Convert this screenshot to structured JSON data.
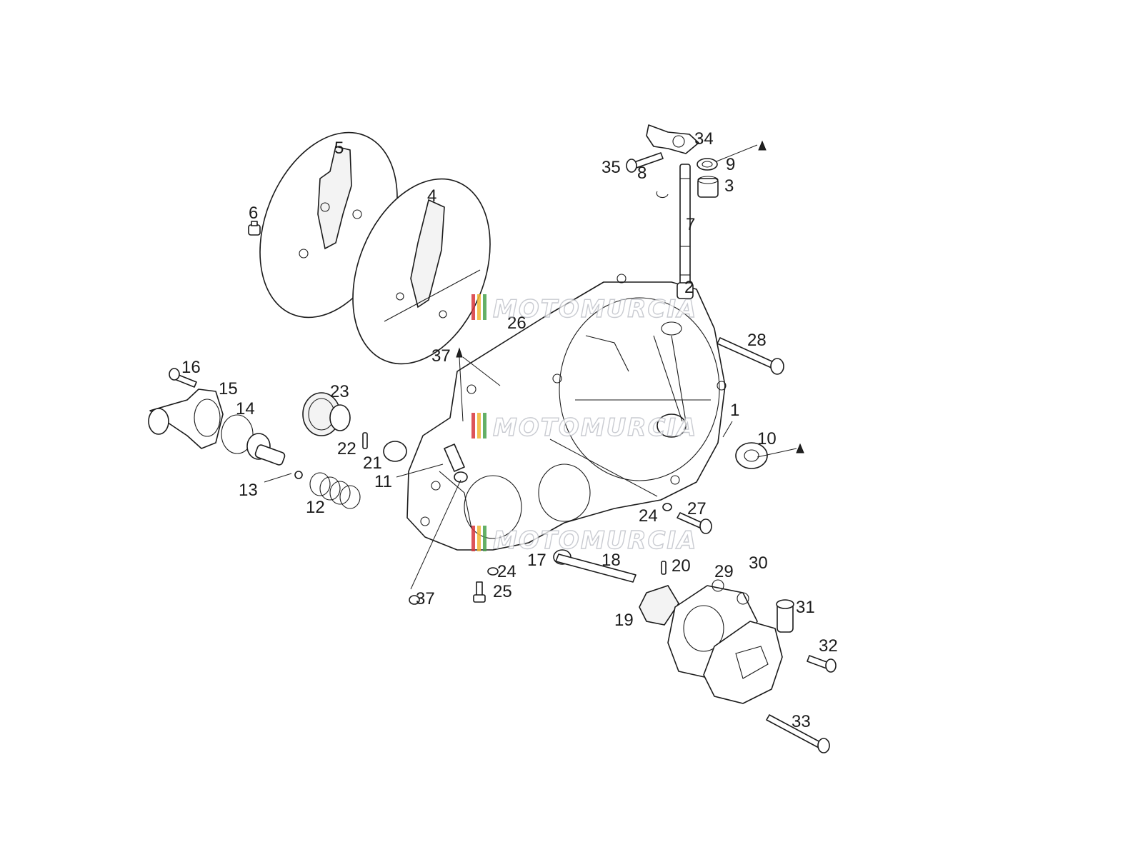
{
  "diagram": {
    "callouts": {
      "c1": "1",
      "c2": "2",
      "c3": "3",
      "c4": "4",
      "c5": "5",
      "c6": "6",
      "c7": "7",
      "c8": "8",
      "c9": "9",
      "c10": "10",
      "c11": "11",
      "c12": "12",
      "c13": "13",
      "c14": "14",
      "c15": "15",
      "c16": "16",
      "c17": "17",
      "c18": "18",
      "c19": "19",
      "c20": "20",
      "c21": "21",
      "c22": "22",
      "c23": "23",
      "c24a": "24",
      "c24b": "24",
      "c25": "25",
      "c26": "26",
      "c27": "27",
      "c28": "28",
      "c29": "29",
      "c30": "30",
      "c31": "31",
      "c32": "32",
      "c33": "33",
      "c34": "34",
      "c35": "35",
      "c37a": "37",
      "c37b": "37"
    },
    "watermark": {
      "text": "MOTOMURCIA",
      "stripe_colors": [
        "#d8373d",
        "#f2b632",
        "#4aa34c"
      ]
    }
  }
}
